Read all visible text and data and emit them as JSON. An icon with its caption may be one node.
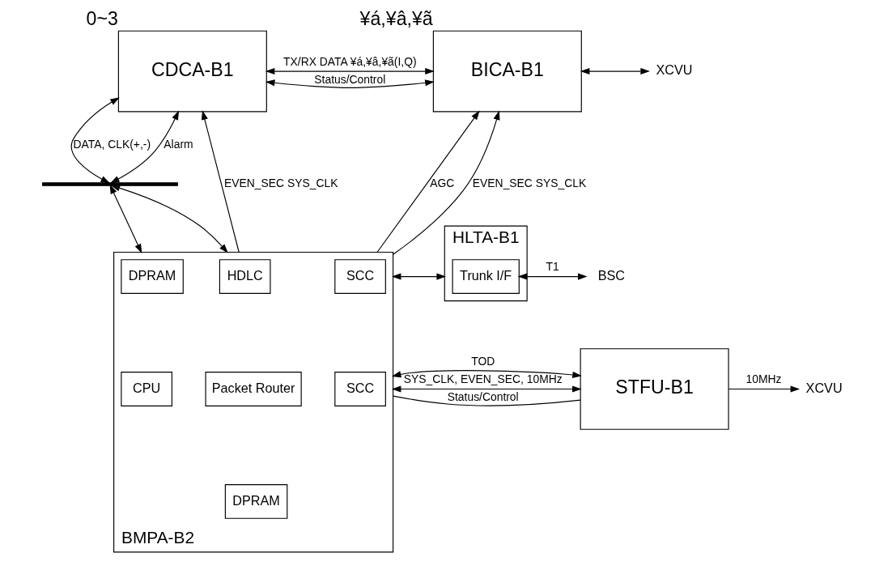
{
  "diagram": {
    "nodes": [
      {
        "text": [
          "CDCA-B1"
        ],
        "beside": [
          "0~3"
        ]
      },
      {
        "text": [
          "BICA-B1"
        ],
        "beside": [
          "¥á,¥â,¥ã"
        ]
      },
      {
        "text": [
          "XCVU"
        ]
      },
      {
        "text": [],
        "shape": "bar"
      },
      {
        "text": [
          "BMPA-B2"
        ]
      },
      {
        "text": [
          "DPRAM"
        ],
        "in": 4
      },
      {
        "text": [
          "HDLC"
        ],
        "in": 4
      },
      {
        "text": [
          "SCC"
        ],
        "in": 4
      },
      {
        "text": [
          "CPU"
        ],
        "in": 4
      },
      {
        "text": [
          "Packet Router"
        ],
        "in": 4
      },
      {
        "text": [
          "SCC"
        ],
        "in": 4
      },
      {
        "text": [
          "DPRAM"
        ],
        "in": 4
      },
      {
        "text": [
          "HLTA-B1"
        ]
      },
      {
        "text": [
          "Trunk I/F"
        ],
        "in": 12
      },
      {
        "text": [
          "BSC"
        ]
      },
      {
        "text": [
          "STFU-B1"
        ]
      },
      {
        "text": [
          "XCVU"
        ]
      }
    ],
    "edges": [
      {
        "from": 0,
        "to": 1,
        "arrow": "both",
        "label": "TX/RX DATA ¥á,¥â,¥ã(I,Q)"
      },
      {
        "from": 0,
        "to": 1,
        "arrow": "both",
        "label": "Status/Control"
      },
      {
        "from": 1,
        "to": 2,
        "arrow": "both"
      },
      {
        "from": 3,
        "to": 0,
        "arrow": "both",
        "label": "DATA, CLK(+,-)"
      },
      {
        "from": 3,
        "to": 0,
        "arrow": "both",
        "label": "Alarm"
      },
      {
        "from": 3,
        "to": 4,
        "arrow": "both"
      },
      {
        "from": 3,
        "to": 4,
        "arrow": "both"
      },
      {
        "from": 4,
        "to": 0,
        "arrow": "to",
        "label": "EVEN_SEC SYS_CLK"
      },
      {
        "from": 4,
        "to": 1,
        "arrow": "to",
        "label": "AGC"
      },
      {
        "from": 4,
        "to": 1,
        "arrow": "to",
        "label": "EVEN_SEC SYS_CLK"
      },
      {
        "from": 4,
        "to": 12,
        "arrow": "both"
      },
      {
        "from": 13,
        "to": 14,
        "arrow": "both",
        "label": "T1"
      },
      {
        "from": 4,
        "to": 15,
        "arrow": "none",
        "label": "Status/Control"
      },
      {
        "from": 4,
        "to": 15,
        "arrow": "both",
        "label": "TOD"
      },
      {
        "from": 4,
        "to": 15,
        "arrow": "both",
        "label": "SYS_CLK, EVEN_SEC, 10MHz"
      },
      {
        "from": 15,
        "to": 16,
        "arrow": "to",
        "label": "10MHz"
      }
    ]
  }
}
